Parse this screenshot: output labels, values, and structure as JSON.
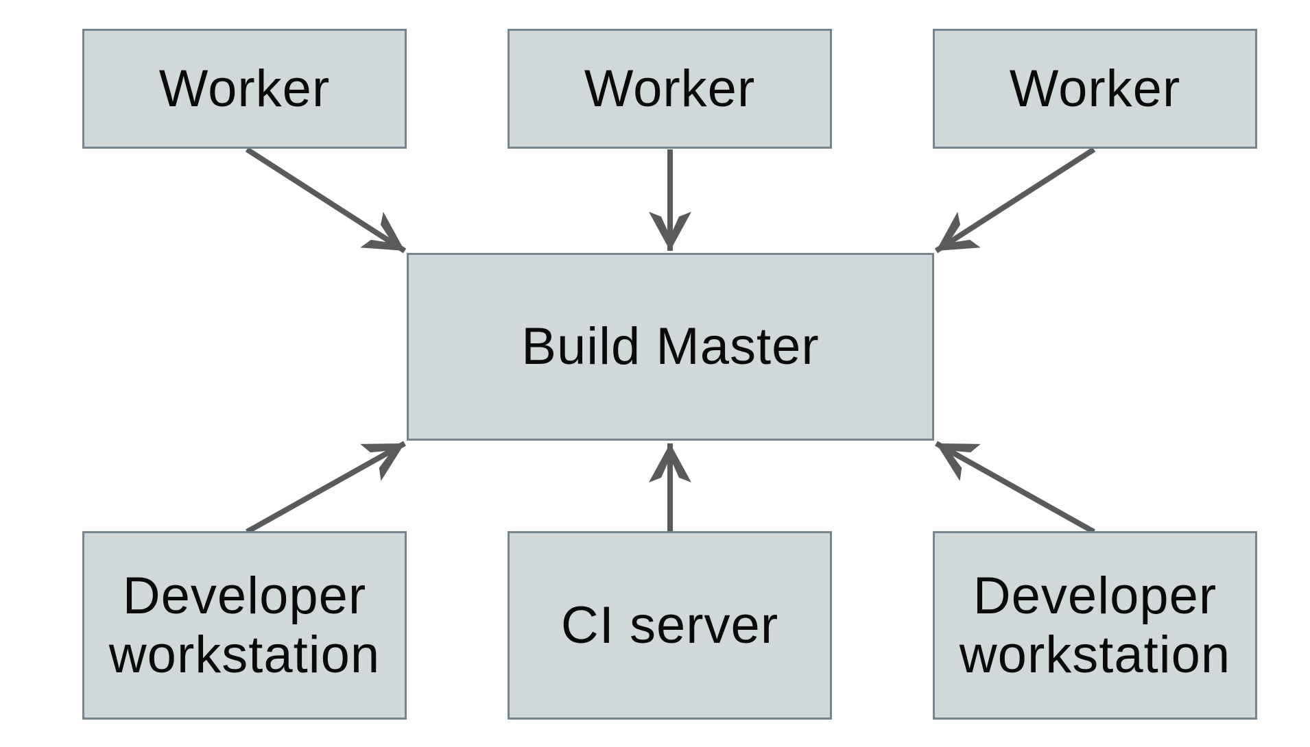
{
  "diagram": {
    "type": "architecture-diagram",
    "background_color": "#ffffff",
    "node_fill_color": "#d0d8da",
    "node_border_color": "#74858f",
    "arrow_color": "#595a5c",
    "text_color": "#0a0a0a",
    "nodes": [
      {
        "id": "worker-1",
        "label": "Worker",
        "row": "top"
      },
      {
        "id": "worker-2",
        "label": "Worker",
        "row": "top"
      },
      {
        "id": "worker-3",
        "label": "Worker",
        "row": "top"
      },
      {
        "id": "build-master",
        "label": "Build Master",
        "row": "center"
      },
      {
        "id": "developer-workstation-1",
        "label": "Developer workstation",
        "row": "bottom"
      },
      {
        "id": "ci-server",
        "label": "CI server",
        "row": "bottom"
      },
      {
        "id": "developer-workstation-2",
        "label": "Developer workstation",
        "row": "bottom"
      }
    ],
    "edges": [
      {
        "from": "worker-1",
        "to": "build-master"
      },
      {
        "from": "worker-2",
        "to": "build-master"
      },
      {
        "from": "worker-3",
        "to": "build-master"
      },
      {
        "from": "developer-workstation-1",
        "to": "build-master"
      },
      {
        "from": "ci-server",
        "to": "build-master"
      },
      {
        "from": "developer-workstation-2",
        "to": "build-master"
      }
    ]
  }
}
